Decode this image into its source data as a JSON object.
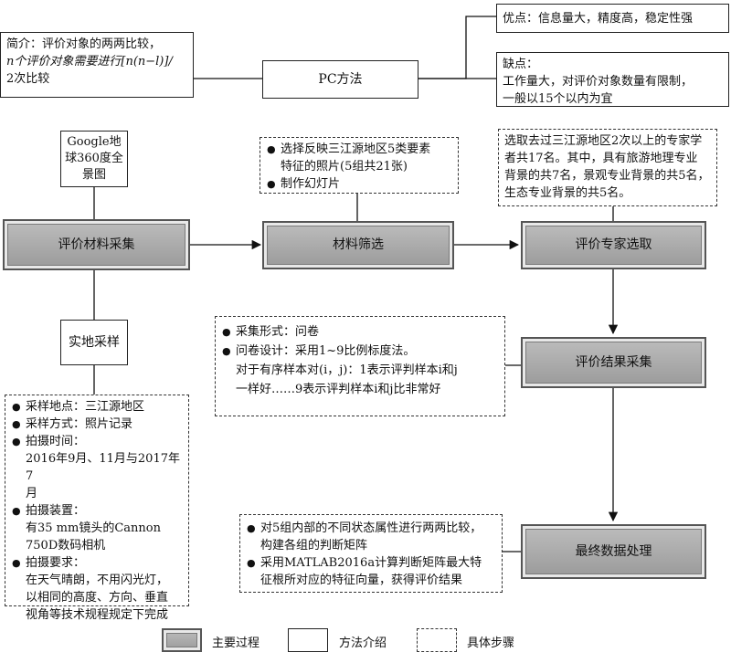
{
  "intro": {
    "lines": [
      "简介：评价对象的两两比较，",
      "n个评价对象需要进行[n(n−l)]/",
      "2次比较"
    ]
  },
  "pc_method": "PC方法",
  "pros": "优点：信息量大，精度高，稳定性强",
  "cons": {
    "title": "缺点：",
    "lines": [
      "工作量大，对评价对象数量有限制，",
      "一般以15个以内为宜"
    ]
  },
  "google": {
    "lines": [
      "Google地",
      "球360度全",
      "景图"
    ]
  },
  "material_select_details": [
    [
      "选择反映三江源地区5类要素",
      "特征的照片(5组共21张)"
    ],
    [
      "制作幻灯片"
    ]
  ],
  "expert_details": {
    "lines": [
      "选取去过三江源地区2次以上的专家学",
      "者共17名。其中，具有旅游地理专业",
      "背景的共7名，景观专业背景的共5名，",
      "生态专业背景的共5名。"
    ]
  },
  "steps": {
    "collect": "评价材料采集",
    "screen": "材料筛选",
    "expert": "评价专家选取",
    "results": "评价结果采集",
    "final": "最终数据处理"
  },
  "fieldwork": "实地采样",
  "questionnaire": {
    "bullets": [
      "采集形式：问卷",
      "问卷设计：采用1~9比例标度法。"
    ],
    "extra": [
      "对于有序样本对(i，j)：1表示评判样本i和j",
      "一样好……9表示评判样本i和j比非常好"
    ]
  },
  "sampling_details": [
    [
      "采样地点：三江源地区"
    ],
    [
      "采样方式：照片记录"
    ],
    [
      "拍摄时间：",
      "2016年9月、11月与2017年7",
      "月"
    ],
    [
      "拍摄装置：",
      "有35 mm镜头的Cannon",
      "750D数码相机"
    ],
    [
      "拍摄要求：",
      "在天气晴朗，不用闪光灯，",
      "以相同的高度、方向、垂直",
      "视角等技术规程规定下完成"
    ]
  ],
  "final_details": [
    [
      "对5组内部的不同状态属性进行两两比较，",
      "构建各组的判断矩阵"
    ],
    [
      "采用MATLAB2016a计算判断矩阵最大特",
      "征根所对应的特征向量，获得评价结果"
    ]
  ],
  "legend": {
    "main": "主要过程",
    "method": "方法介绍",
    "step": "具体步骤"
  }
}
